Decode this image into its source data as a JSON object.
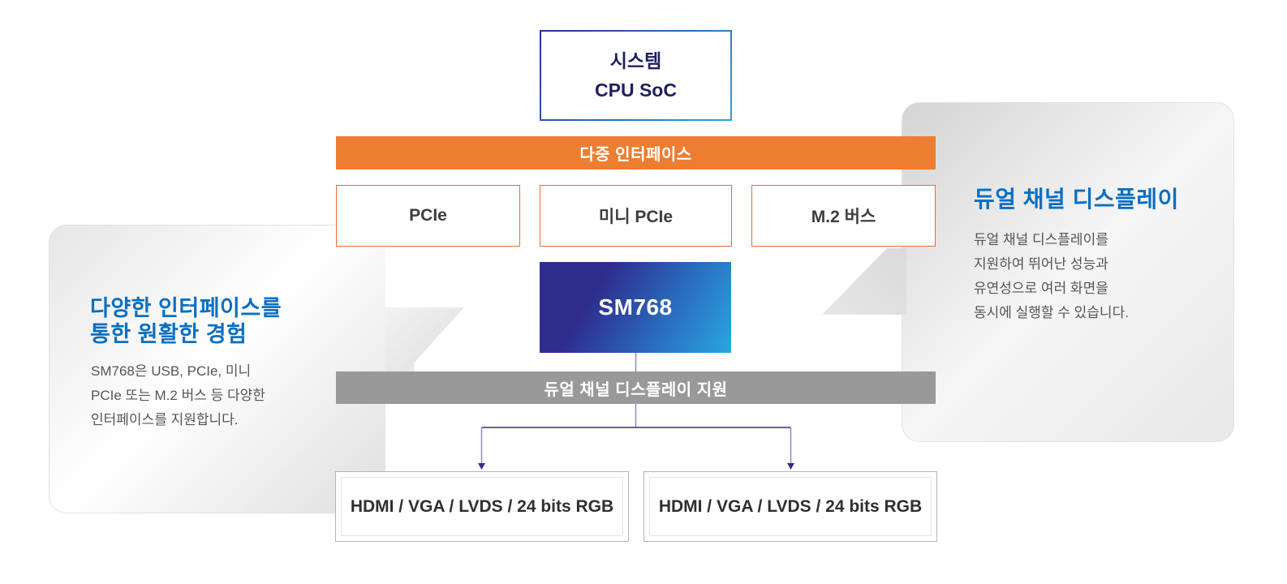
{
  "colors": {
    "accent_orange": "#ed7d31",
    "box_border_orange": "#ea6a33",
    "chip_gradient_start": "#2e2d8e",
    "chip_gradient_end": "#29a6e1",
    "title_blue": "#0a6fc0",
    "gray_bar": "#999999",
    "connector": "#8b8cc4",
    "arrow": "#2e2d8e"
  },
  "diagram": {
    "cpu": {
      "line1": "시스템",
      "line2": "CPU SoC"
    },
    "interface_bar": "다중 인터페이스",
    "interfaces": [
      {
        "label": "PCIe"
      },
      {
        "label": "미니 PCIe"
      },
      {
        "label": "M.2 버스"
      }
    ],
    "chip": "SM768",
    "display_bar": "듀얼 채널 디스플레이 지원",
    "outputs": [
      {
        "label": "HDMI / VGA / LVDS / 24 bits RGB"
      },
      {
        "label": "HDMI / VGA / LVDS / 24 bits RGB"
      }
    ]
  },
  "left_card": {
    "title_line1": "다양한 인터페이스를",
    "title_line2": "통한 원활한 경험",
    "body_lines": [
      "SM768은 USB, PCIe, 미니",
      "PCIe 또는 M.2 버스 등 다양한",
      "인터페이스를 지원합니다."
    ]
  },
  "right_card": {
    "title": "듀얼 채널 디스플레이",
    "body_lines": [
      "듀얼 채널 디스플레이를",
      "지원하여 뛰어난 성능과",
      "유연성으로 여러 화면을",
      "동시에 실행할 수 있습니다."
    ]
  }
}
